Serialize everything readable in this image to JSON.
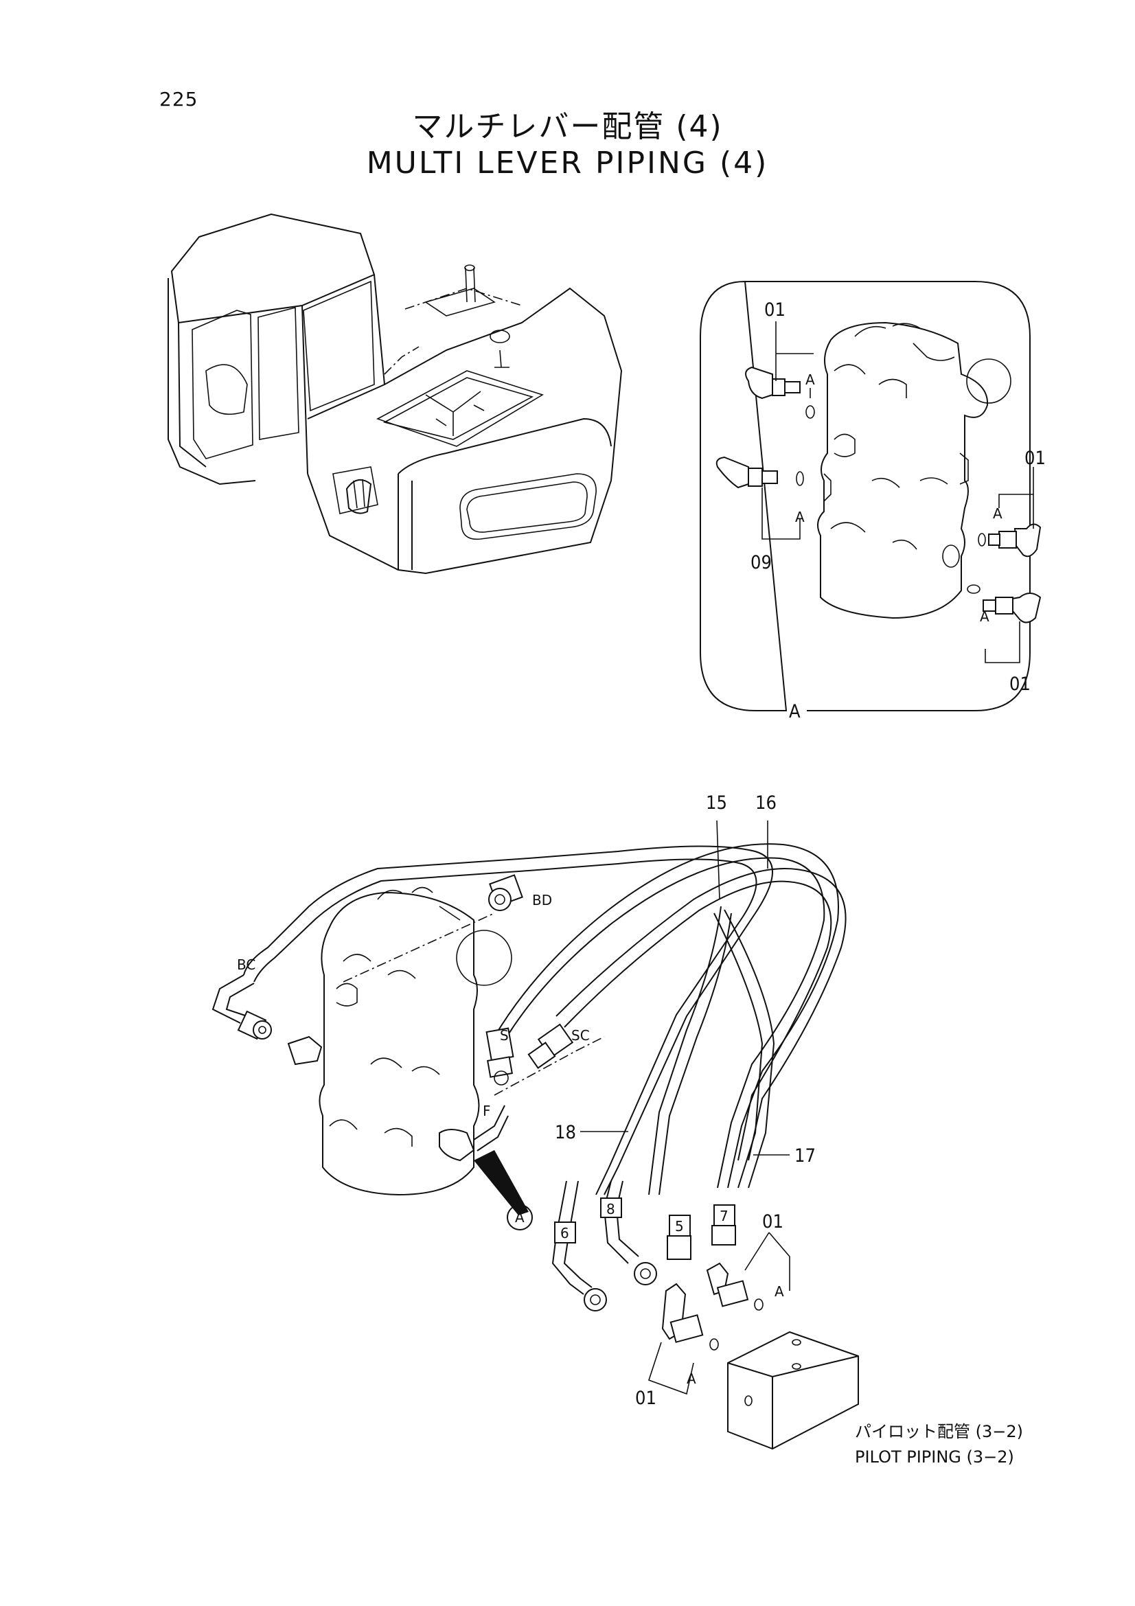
{
  "page_number": "225",
  "title_jp": "マルチレバー配管 (4)",
  "title_en": "MULTI LEVER PIPING (4)",
  "detail_view": {
    "label": "A",
    "callouts": [
      "01",
      "01",
      "01",
      "09"
    ],
    "oring_marks": [
      "A",
      "A",
      "A",
      "A"
    ]
  },
  "main_view": {
    "hoses": [
      "15",
      "16",
      "17",
      "18"
    ],
    "port_labels": [
      "BD",
      "BC",
      "S",
      "SC",
      "F"
    ],
    "hose_tags": [
      "6",
      "8",
      "5",
      "7"
    ],
    "fittings": [
      "01",
      "01"
    ],
    "oring_marks": [
      "A",
      "A"
    ],
    "detail_ref": "A"
  },
  "reference": {
    "jp": "パイロット配管 (3−2)",
    "en": "PILOT PIPING (3−2)"
  }
}
